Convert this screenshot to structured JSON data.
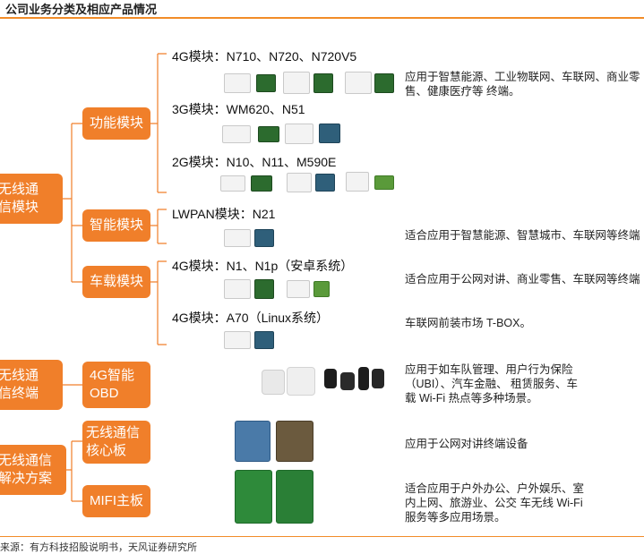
{
  "title": "公司业务分类及相应产品情况",
  "source": "来源：有方科技招股说明书，天风证券研究所",
  "categories": {
    "wireless_module": "无线通\n信模块",
    "wireless_terminal": "无线通\n信终端",
    "wireless_solution": "无线通信\n解决方案"
  },
  "subcategories": {
    "functional": "功能模块",
    "smart": "智能模块",
    "vehicle": "车载模块",
    "obd": "4G智能\nOBD",
    "core_board": "无线通信\n核心板",
    "mifi": "MIFI主板"
  },
  "products": {
    "g4": "4G模块：N710、N720、N720V5",
    "g3": "3G模块：WM620、N51",
    "g2": "2G模块：N10、N11、M590E",
    "lwpan": "LWPAN模块：N21",
    "g4_n1": "4G模块：N1、N1p（安卓系统）",
    "g4_a70": "4G模块：A70（Linux系统）"
  },
  "descriptions": {
    "functional": "应用于智慧能源、工业物联网、车联网、商业零\n售、健康医疗等 终端。",
    "smart": "适合应用于智慧能源、智慧城市、车联网等终端",
    "vehicle": "适合应用于公网对讲、商业零售、车联网等终端",
    "a70": "车联网前装市场 T-BOX。",
    "obd": "应用于如车队管理、用户行为保险\n（UBI）、汽车金融、 租赁服务、车\n载 Wi-Fi 热点等多种场景。",
    "core_board": "应用于公网对讲终端设备",
    "mifi": "适合应用于户外办公、户外娱乐、室\n内上网、旅游业、公交 车无线 Wi-Fi\n服务等多应用场景。"
  },
  "colors": {
    "accent": "#f07f2a",
    "rule": "#f28c28"
  }
}
